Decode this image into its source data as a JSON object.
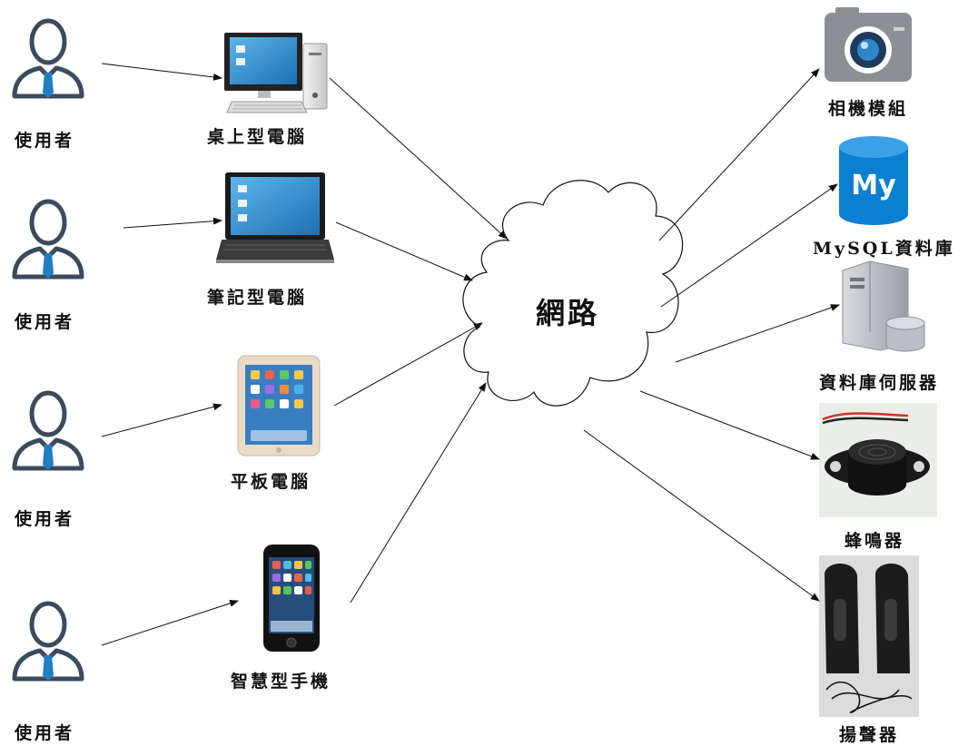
{
  "network": {
    "label": "網路"
  },
  "users": [
    {
      "label": "使用者"
    },
    {
      "label": "使用者"
    },
    {
      "label": "使用者"
    },
    {
      "label": "使用者"
    }
  ],
  "clients": [
    {
      "label": "桌上型電腦",
      "icon": "desktop-computer-icon"
    },
    {
      "label": "筆記型電腦",
      "icon": "laptop-icon"
    },
    {
      "label": "平板電腦",
      "icon": "tablet-icon"
    },
    {
      "label": "智慧型手機",
      "icon": "smartphone-icon"
    }
  ],
  "devices": [
    {
      "label": "相機模組",
      "icon": "camera-icon"
    },
    {
      "label": "MySQL資料庫",
      "icon": "mysql-database-icon",
      "icon_text": "My"
    },
    {
      "label": "資料庫伺服器",
      "icon": "database-server-icon"
    },
    {
      "label": "蜂鳴器",
      "icon": "buzzer-icon"
    },
    {
      "label": "揚聲器",
      "icon": "speaker-icon"
    }
  ],
  "colors": {
    "user_icon": "#3d4a5c",
    "user_tie": "#1f7fc4",
    "mysql_blue": "#0b7fd1",
    "camera_gray": "#8c8f93"
  }
}
